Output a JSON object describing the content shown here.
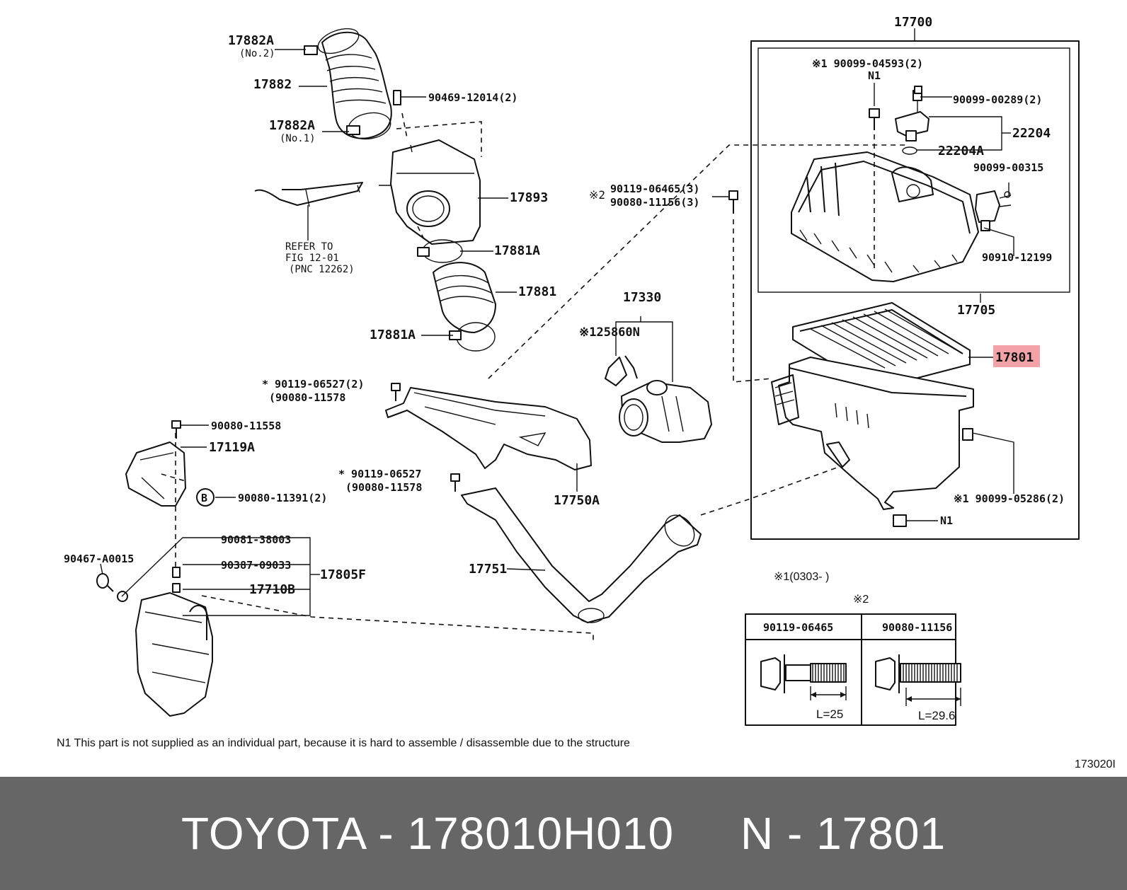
{
  "labels": {
    "p17882A_no2": "17882A",
    "no2": "(No.2)",
    "p17882": "17882",
    "p17882A_no1": "17882A",
    "no1": "(No.1)",
    "p90469": "90469-12014(2)",
    "p17893": "17893",
    "refer1": "REFER TO",
    "refer2": "FIG 12-01",
    "refer3": "(PNC 12262)",
    "p17881A_top": "17881A",
    "p17881": "17881",
    "p17881A_bot": "17881A",
    "p90119_06465": "90119-06465(3)",
    "p90080_11156": "90080-11156(3)",
    "mark2": "※2",
    "p17330": "17330",
    "p125860N": "※125860N",
    "p90119_06527a": "* 90119-06527(2)",
    "p90080_11578a": "(90080-11578",
    "p90080_11558": "90080-11558",
    "p17119A": "17119A",
    "b_mark": "B",
    "p90080_11391": "90080-11391(2)",
    "p90119_06527b": "* 90119-06527",
    "p90080_11578b": "(90080-11578",
    "p17750A": "17750A",
    "p17751": "17751",
    "p90081": "90081-38003",
    "p90387": "90387-09033",
    "p17805F": "17805F",
    "p17710B": "17710B",
    "p90467": "90467-A0015",
    "p17700": "17700",
    "p90099_04593": "※1 90099-04593(2)",
    "n1_top": "N1",
    "p90099_00289": "90099-00289(2)",
    "p22204": "22204",
    "p22204A": "22204A",
    "p90099_00315": "90099-00315",
    "p90910": "90910-12199",
    "p17705": "17705",
    "p17801": "17801",
    "p90099_05286": "※1 90099-05286(2)",
    "n1_bot": "N1",
    "note1": "※1(0303-    )",
    "note2": "※2",
    "tbl_col1": "90119-06465",
    "tbl_col2": "90080-11156",
    "len1": "L=25",
    "len2": "L=29.6",
    "footnote": "N1  This part is not supplied as an individual part, because it is hard to assemble / disassemble due to the structure",
    "fig_code": "173020I"
  },
  "highlight_color": "#f3a3a8",
  "footer": {
    "text": "TOYOTA - 178010H010     N - 17801",
    "background": "#666666"
  }
}
